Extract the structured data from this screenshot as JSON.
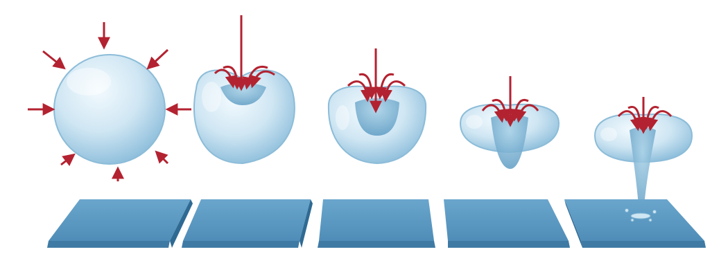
{
  "figure": {
    "panels": [
      {
        "stage": 1,
        "drop_shape": "sphere",
        "arrows": "radial-inward"
      },
      {
        "stage": 2,
        "drop_shape": "dimpled-sphere",
        "arrows": "central-jet-curled"
      },
      {
        "stage": 3,
        "drop_shape": "bowl",
        "arrows": "central-jet-curled"
      },
      {
        "stage": 4,
        "drop_shape": "torus-with-cavity",
        "arrows": "central-jet-curled"
      },
      {
        "stage": 5,
        "drop_shape": "torus-with-funnel",
        "arrows": "central-jet-curled"
      }
    ],
    "colors": {
      "drop_fill": "#cfe6f3",
      "drop_edge": "#7fb3d1",
      "arrow": "#b32230",
      "plate_top": "#5d9ac2",
      "plate_front": "#3f7aa4",
      "plate_side": "#2f6a93"
    }
  }
}
